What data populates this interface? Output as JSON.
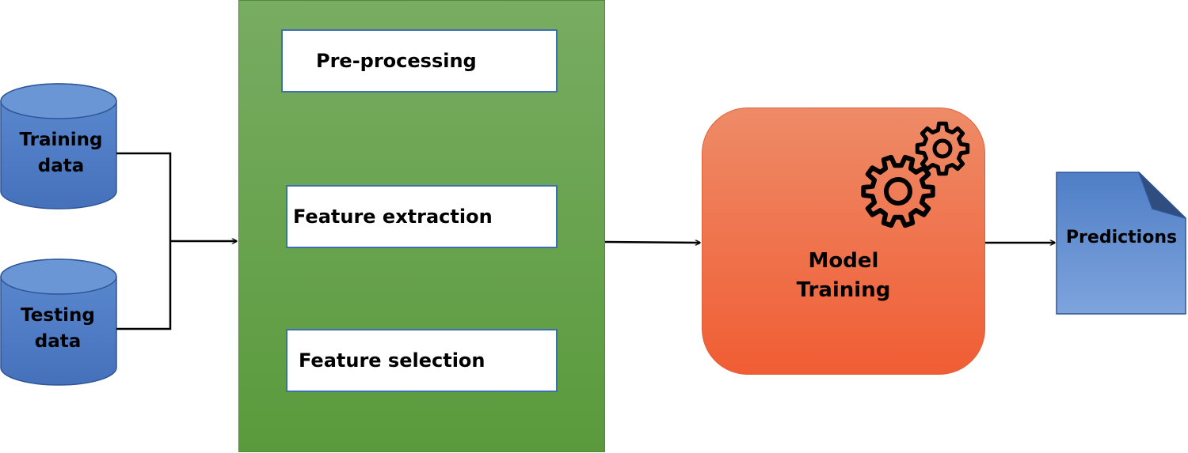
{
  "inputs": {
    "training": [
      "Training",
      "data"
    ],
    "testing": [
      "Testing",
      "data"
    ]
  },
  "pipeline": {
    "steps": [
      "Pre-processing",
      "Feature extraction",
      "Feature selection"
    ]
  },
  "model": {
    "lines": [
      "Model",
      "Training"
    ]
  },
  "output": {
    "label": "Predictions"
  },
  "colors": {
    "database_fill": "#4f7ec6",
    "pipeline_fill": "#6aa54c",
    "model_fill": "#ef6f47",
    "output_fill": "#5b8bd0",
    "connector": "#000000"
  },
  "icons": [
    "database-icon",
    "gear-icon",
    "document-icon"
  ]
}
